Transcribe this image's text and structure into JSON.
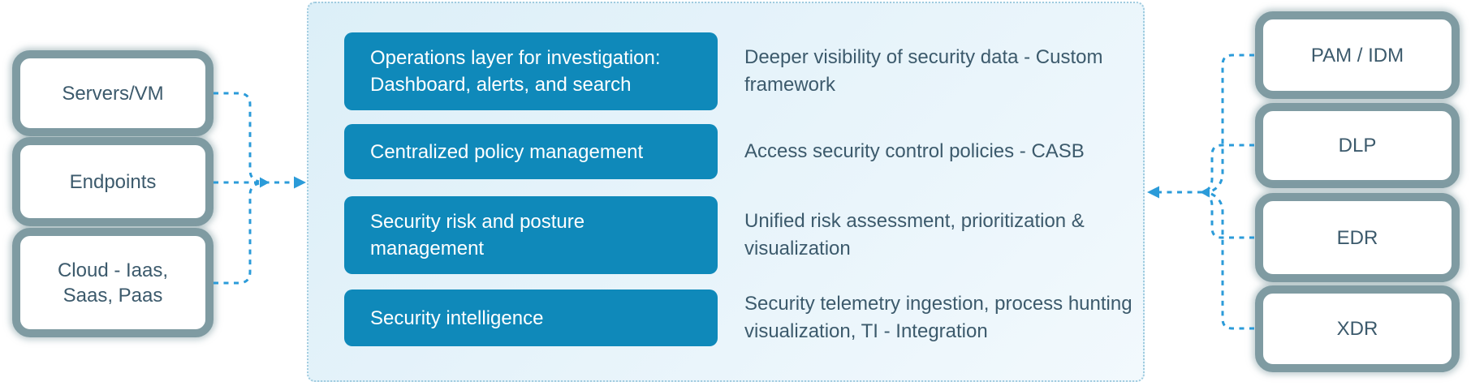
{
  "colors": {
    "button_teal": "#0f89ba",
    "panel_bg_start": "#dceff8",
    "panel_bg_end": "#f2f9fd",
    "panel_border": "#9fcbdf",
    "node_border_gray": "#7f9ba2",
    "text_dark_slate": "#3c5a6c",
    "connector_blue": "#2b9bd9"
  },
  "left_sources": [
    {
      "label": "Servers/VM",
      "lines": [
        "Servers/VM"
      ]
    },
    {
      "label": "Endpoints",
      "lines": [
        "Endpoints"
      ]
    },
    {
      "label": "Cloud - Iaas, Saas, Paas",
      "lines": [
        "Cloud - Iaas,",
        "Saas, Paas"
      ]
    }
  ],
  "platform_rows": [
    {
      "button_label": "Operations layer for investigation: Dashboard, alerts, and search",
      "button_lines": [
        "Operations layer for investigation:",
        "Dashboard, alerts, and search"
      ],
      "desc": "Deeper visibility of security data - Custom framework",
      "desc_lines": [
        "Deeper visibility of security data - Custom",
        "framework"
      ]
    },
    {
      "button_label": "Centralized policy management",
      "button_lines": [
        "Centralized policy management"
      ],
      "desc": "Access security control policies - CASB",
      "desc_lines": [
        "Access security control policies - CASB"
      ]
    },
    {
      "button_label": "Security risk and posture management",
      "button_lines": [
        "Security risk and posture",
        "management"
      ],
      "desc": "Unified risk assessment, prioritization & visualization",
      "desc_lines": [
        "Unified risk assessment, prioritization &",
        "visualization"
      ]
    },
    {
      "button_label": "Security intelligence",
      "button_lines": [
        "Security intelligence"
      ],
      "desc": "Security telemetry ingestion, process hunting visualization, TI - Integration",
      "desc_lines": [
        "Security telemetry ingestion, process hunting",
        "visualization, TI - Integration"
      ]
    }
  ],
  "right_integrations": [
    {
      "label": "PAM / IDM",
      "lines": [
        "PAM / IDM"
      ]
    },
    {
      "label": "DLP",
      "lines": [
        "DLP"
      ]
    },
    {
      "label": "EDR",
      "lines": [
        "EDR"
      ]
    },
    {
      "label": "XDR",
      "lines": [
        "XDR"
      ]
    }
  ]
}
